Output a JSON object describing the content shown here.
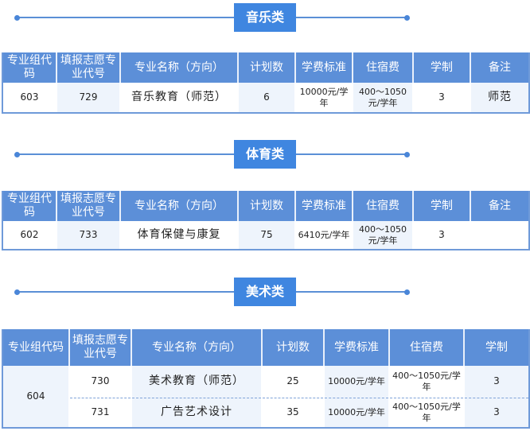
{
  "sections": [
    {
      "title": "音乐类",
      "headers": [
        "专业组代码",
        "填报志愿专业代号",
        "专业名称（方向）",
        "计划数",
        "学费标准",
        "住宿费",
        "学制",
        "备注"
      ],
      "rows": [
        {
          "group": "603",
          "code": "729",
          "name": "音乐教育（师范）",
          "plan": "6",
          "tuition": "10000元/学年",
          "lodging": "400～1050元/学年",
          "years": "3",
          "note": "师范"
        }
      ]
    },
    {
      "title": "体育类",
      "headers": [
        "专业组代码",
        "填报志愿专业代号",
        "专业名称（方向）",
        "计划数",
        "学费标准",
        "住宿费",
        "学制",
        "备注"
      ],
      "rows": [
        {
          "group": "602",
          "code": "733",
          "name": "体育保健与康复",
          "plan": "75",
          "tuition": "6410元/学年",
          "lodging": "400～1050元/学年",
          "years": "3",
          "note": ""
        }
      ]
    },
    {
      "title": "美术类",
      "headers": [
        "专业组代码",
        "填报志愿专业代号",
        "专业名称（方向）",
        "计划数",
        "学费标准",
        "住宿费",
        "学制"
      ],
      "group": "604",
      "rows": [
        {
          "code": "730",
          "name": "美术教育（师范）",
          "plan": "25",
          "tuition": "10000元/学年",
          "lodging": "400～1050元/学年",
          "years": "3"
        },
        {
          "code": "731",
          "name": "广告艺术设计",
          "plan": "35",
          "tuition": "10000元/学年",
          "lodging": "400～1050元/学年",
          "years": "3"
        }
      ]
    }
  ]
}
